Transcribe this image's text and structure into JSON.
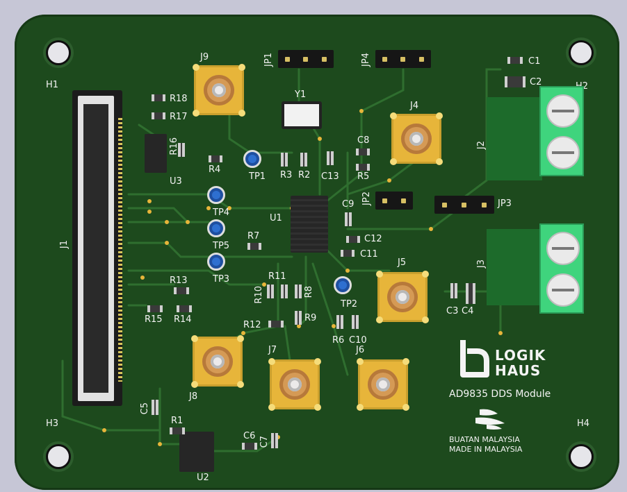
{
  "pcb": {
    "title": "AD9835 DDS Module",
    "brand": {
      "line1": "LOGIK",
      "line2": "HAUS",
      "icon": "logikhaus-logo-icon"
    },
    "origin": {
      "line1": "BUATAN MALAYSIA",
      "line2": "MADE IN MALAYSIA",
      "icon": "malaysia-emblem-icon"
    },
    "holes": [
      "H1",
      "H2",
      "H3",
      "H4"
    ],
    "connectors": [
      "J1",
      "J2",
      "J3",
      "J4",
      "J5",
      "J6",
      "J7",
      "J8",
      "J9"
    ],
    "jumpers": [
      "JP1",
      "JP2",
      "JP3",
      "JP4"
    ],
    "ics": [
      "U1",
      "U2",
      "U3"
    ],
    "crystal": "Y1",
    "testpoints": [
      "TP1",
      "TP2",
      "TP3",
      "TP4",
      "TP5"
    ],
    "resistors": [
      "R1",
      "R2",
      "R3",
      "R4",
      "R5",
      "R6",
      "R7",
      "R8",
      "R9",
      "R10",
      "R11",
      "R12",
      "R13",
      "R14",
      "R15",
      "R16",
      "R17",
      "R18"
    ],
    "capacitors": [
      "C1",
      "C2",
      "C3",
      "C4",
      "C5",
      "C6",
      "C7",
      "C8",
      "C9",
      "C10",
      "C11",
      "C12",
      "C13"
    ],
    "colors": {
      "board": "#1d4a1d",
      "silk": "#f4f4f4",
      "gold": "#e7b53a",
      "terminal": "#3fd47d",
      "testpoint": "#2e6fd0"
    }
  }
}
